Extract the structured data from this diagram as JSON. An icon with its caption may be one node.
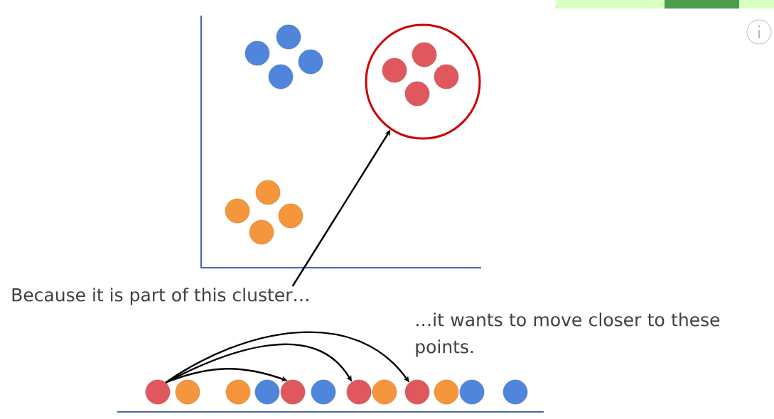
{
  "diagram": {
    "nodes": [
      {
        "text": [
          "Because it is part of this cluster…"
        ]
      },
      {
        "text": [],
        "shape": "circle"
      },
      {
        "text": [
          "…it wants to move closer to these points."
        ]
      },
      {
        "text": [],
        "shape": "circle"
      },
      {
        "text": [],
        "shape": "circle"
      },
      {
        "text": [],
        "shape": "circle"
      },
      {
        "text": [],
        "shape": "circle"
      },
      {
        "text": [],
        "shape": "circle"
      },
      {
        "text": [],
        "shape": "circle"
      },
      {
        "text": [],
        "shape": "circle"
      },
      {
        "text": [],
        "shape": "circle"
      },
      {
        "text": [],
        "shape": "circle"
      },
      {
        "text": [],
        "shape": "circle"
      },
      {
        "text": [],
        "shape": "circle"
      },
      {
        "text": [],
        "shape": "circle"
      }
    ],
    "edges": [
      {
        "from": 0,
        "to": 1,
        "arrow": "to"
      },
      {
        "from": 3,
        "to": 7,
        "arrow": "to"
      },
      {
        "from": 3,
        "to": 9,
        "arrow": "to"
      },
      {
        "from": 3,
        "to": 11,
        "arrow": "to"
      }
    ]
  }
}
